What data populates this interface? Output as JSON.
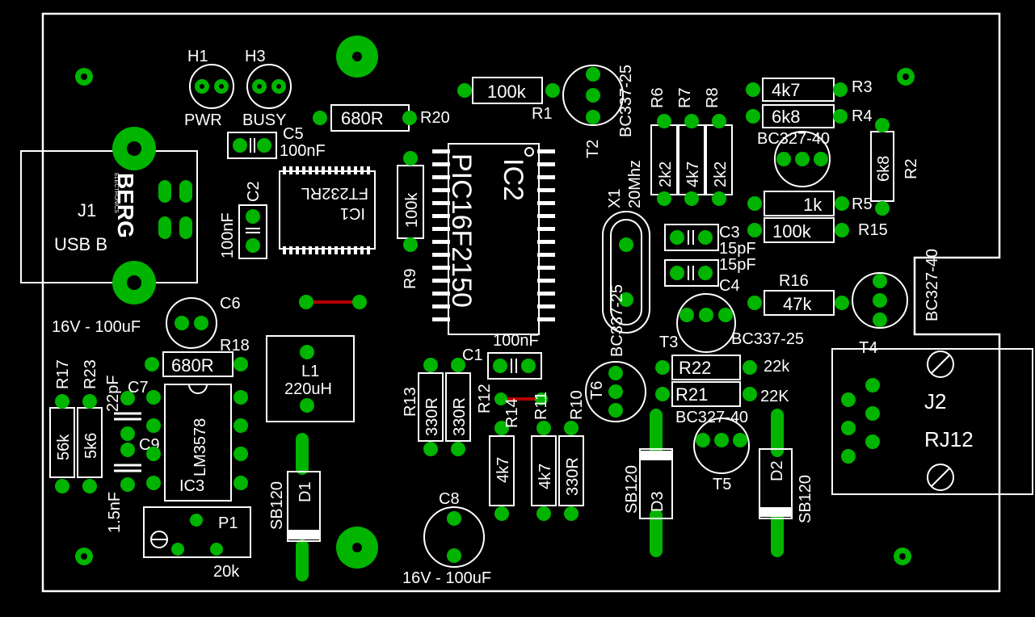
{
  "labels": {
    "h1": "H1",
    "h3": "H3",
    "pwr": "PWR",
    "busy": "BUSY",
    "c5_name": "C5",
    "c5_val": "100nF",
    "r20_val": "680R",
    "r20_name": "R20",
    "r1_val": "100k",
    "r1_name": "R1",
    "t2_part": "BC337-25",
    "t2_name": "T2",
    "r6": "R6",
    "r7": "R7",
    "r8": "R8",
    "r6_val": "2k2",
    "r7_val": "4k7",
    "r8_val": "2k2",
    "r3_val": "4k7",
    "r3_name": "R3",
    "r4_val": "6k8",
    "r4_name": "R4",
    "t1_part": "BC327-40",
    "r2_val": "6k8",
    "r2_name": "R2",
    "r5_val": "1k",
    "r5_name": "R5",
    "r15_val": "100k",
    "r15_name": "R15",
    "c2_name": "C2",
    "c2_val": "100nF",
    "ic1_part": "FT232RL",
    "ic1_name": "IC1",
    "r9_val": "100k",
    "r9_name": "R9",
    "ic2_name": "IC2",
    "ic2_part": "PIC16F2150",
    "x1_name": "X1",
    "x1_val": "20Mhz",
    "c3_name": "C3",
    "c3_val": "15pF",
    "c4_val": "15pF",
    "c4_name": "C4",
    "j1_name": "J1",
    "j1_type": "USB B",
    "berg": "BERG",
    "electronics": "ELECTRONICS",
    "c6_name": "C6",
    "c6_val": "16V - 100uF",
    "r16_name": "R16",
    "r16_val": "47k",
    "t4_part": "BC327-40",
    "t4_name": "T4",
    "t3_part": "BC337-25",
    "t3_name": "T3",
    "r18_val": "680R",
    "r18_name": "R18",
    "l1_name": "L1",
    "l1_val": "220uH",
    "c1_val": "100nF",
    "c1_name": "C1",
    "r22_name": "R22",
    "r22_val": "22k",
    "r21_name": "R21",
    "r21_val": "22K",
    "t5_part": "BC327-40",
    "t5_name": "T5",
    "t6_part": "BC337-25",
    "t6_name": "T6",
    "r17": "R17",
    "r23": "R23",
    "c7_val": "22pF",
    "c7_name": "C7",
    "r17_val": "56k",
    "r23_val": "5k6",
    "c9_name": "C9",
    "c9_val": "1.5nF",
    "ic3_part": "LM3578",
    "ic3_name": "IC3",
    "r13": "R13",
    "r12": "R12",
    "r14": "R14",
    "r11": "R11",
    "r10": "R10",
    "r13_val": "330R",
    "r12_val": "330R",
    "r14_val": "4k7",
    "r11_val": "4k7",
    "r10_val": "330R",
    "d1_part": "SB120",
    "d1_name": "D1",
    "d3_part": "SB120",
    "d3_name": "D3",
    "d2_name": "D2",
    "d2_part": "SB120",
    "j2_name": "J2",
    "j2_type": "RJ12",
    "p1_name": "P1",
    "p1_val": "20k",
    "c8_name": "C8",
    "c8_val": "16V - 100uF"
  },
  "colors": {
    "background": "#000000",
    "silkscreen": "#ffffff",
    "pad": "#00b400",
    "trace": "#b40000"
  }
}
